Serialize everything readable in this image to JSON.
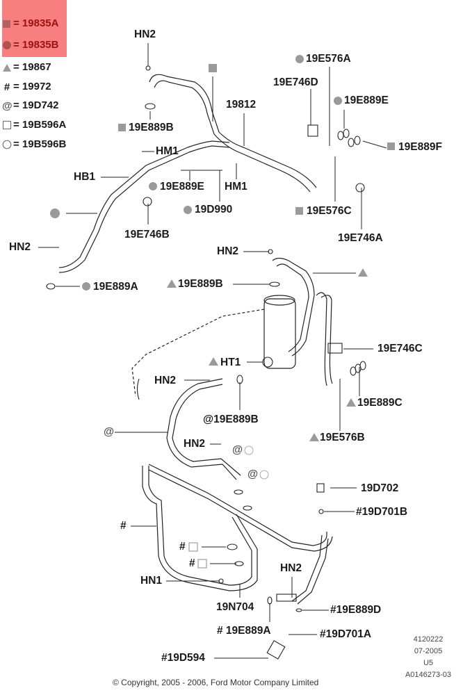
{
  "legend": [
    {
      "symbol": "square-filled",
      "text": "= 19835A",
      "highlighted": true
    },
    {
      "symbol": "circle-filled",
      "text": "= 19835B",
      "highlighted": true
    },
    {
      "symbol": "triangle-filled",
      "text": "= 19867",
      "highlighted": false
    },
    {
      "symbol": "hash",
      "text": "= 19972",
      "highlighted": false
    },
    {
      "symbol": "at",
      "text": "= 19D742",
      "highlighted": false
    },
    {
      "symbol": "square-open",
      "text": "= 19B596A",
      "highlighted": false
    },
    {
      "symbol": "circle-open",
      "text": "= 19B596B",
      "highlighted": false
    }
  ],
  "highlight_color": "#f77f7f",
  "symbol_color": "#9a9a9a",
  "callouts": {
    "hn2_top": "HN2",
    "e889b_top": "19E889B",
    "c19812": "19812",
    "e576a": "19E576A",
    "e746d": "19E746D",
    "e889e_right": "19E889E",
    "e889f": "19E889F",
    "hm1_left": "HM1",
    "hb1": "HB1",
    "e889e_left": "19E889E",
    "hm1_right": "HM1",
    "d990": "19D990",
    "e576c": "19E576C",
    "e746b": "19E746B",
    "e746a": "19E746A",
    "hn2_left": "HN2",
    "e889a_top": "19E889A",
    "hn2_mid": "HN2",
    "e889b_mid": "19E889B",
    "e746c": "19E746C",
    "ht1": "HT1",
    "hn2_lower": "HN2",
    "e889c": "19E889C",
    "e889b_at": "@19E889B",
    "at_hose": "@",
    "hn2_small": "HN2",
    "e576b": "19E576B",
    "at_circle_1": "@",
    "at_circle_2": "@",
    "d702": "19D702",
    "d701b": "#19D701B",
    "hash_tube": "#",
    "hash_sq_1": "#",
    "hash_sq_2": "#",
    "hn1": "HN1",
    "hn2_bottom": "HN2",
    "n704": "19N704",
    "e889d": "#19E889D",
    "e889a_bottom": "# 19E889A",
    "d701a": "#19D701A",
    "d594": "#19D594"
  },
  "footer": {
    "ref_lines": [
      "4120222",
      "07-2005",
      "U5",
      "A0146273-03"
    ],
    "copyright": "© Copyright, 2005 - 2006, Ford Motor Company Limited"
  }
}
